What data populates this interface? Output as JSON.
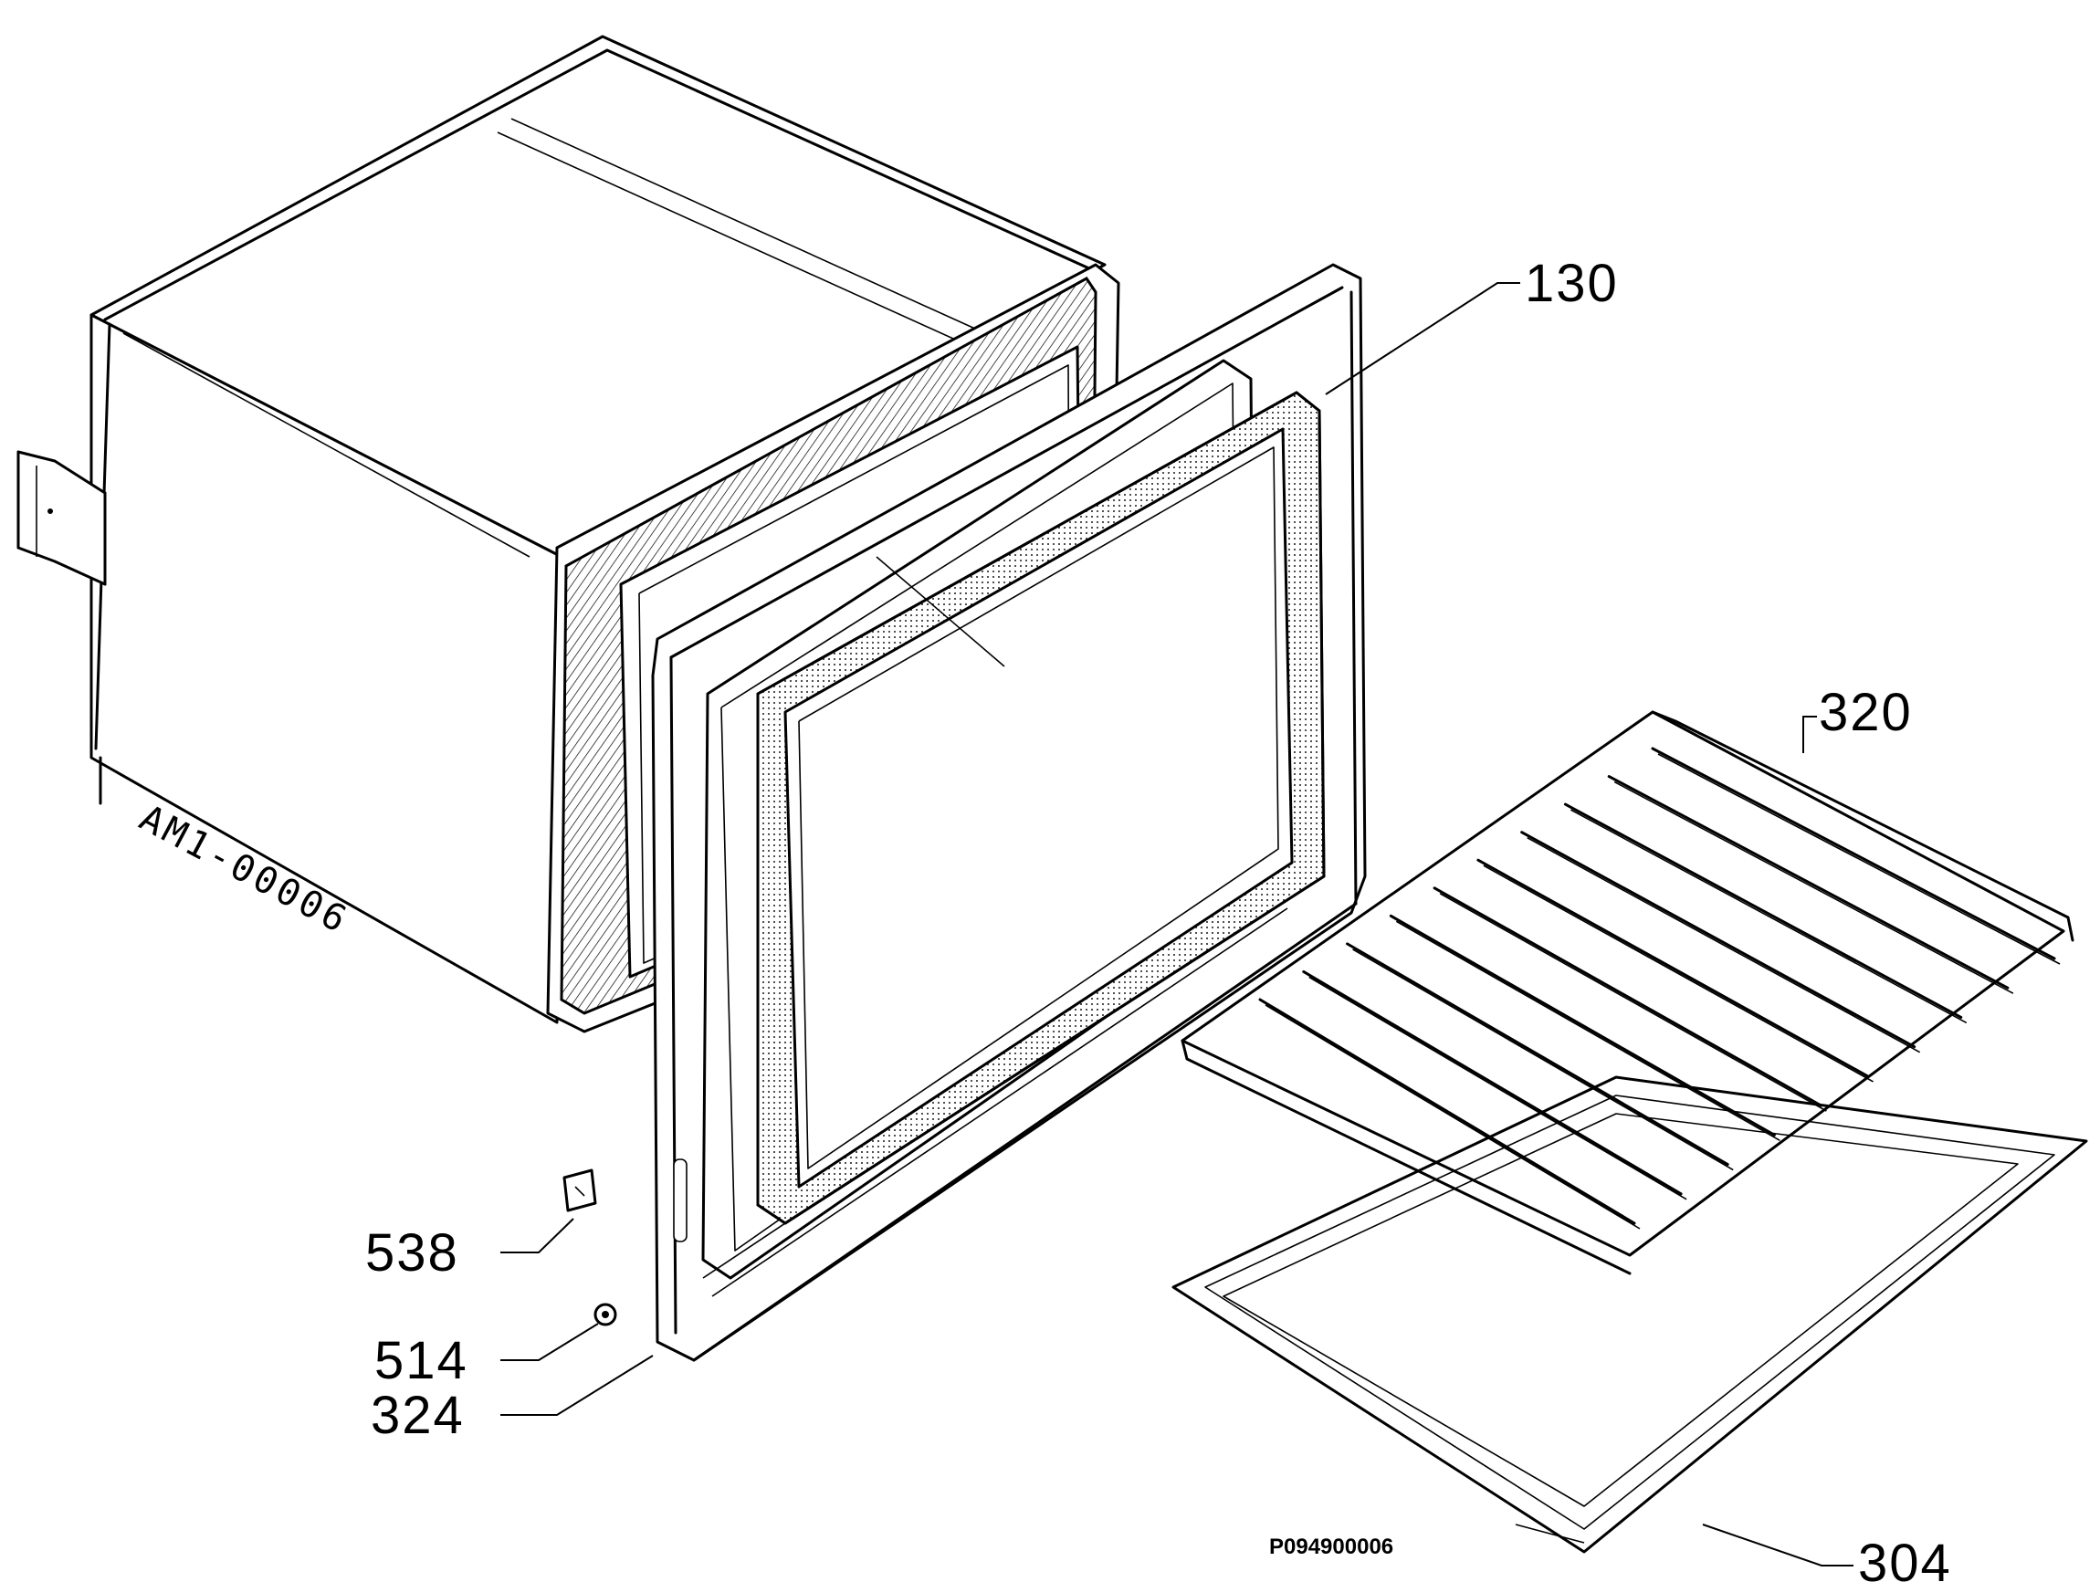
{
  "diagram": {
    "stamp_text": "AM1-00006",
    "drawing_code": "P094900006",
    "callouts": [
      {
        "id": "130",
        "text": "130"
      },
      {
        "id": "320",
        "text": "320"
      },
      {
        "id": "538",
        "text": "538"
      },
      {
        "id": "514",
        "text": "514"
      },
      {
        "id": "324",
        "text": "324"
      },
      {
        "id": "304",
        "text": "304"
      }
    ]
  }
}
